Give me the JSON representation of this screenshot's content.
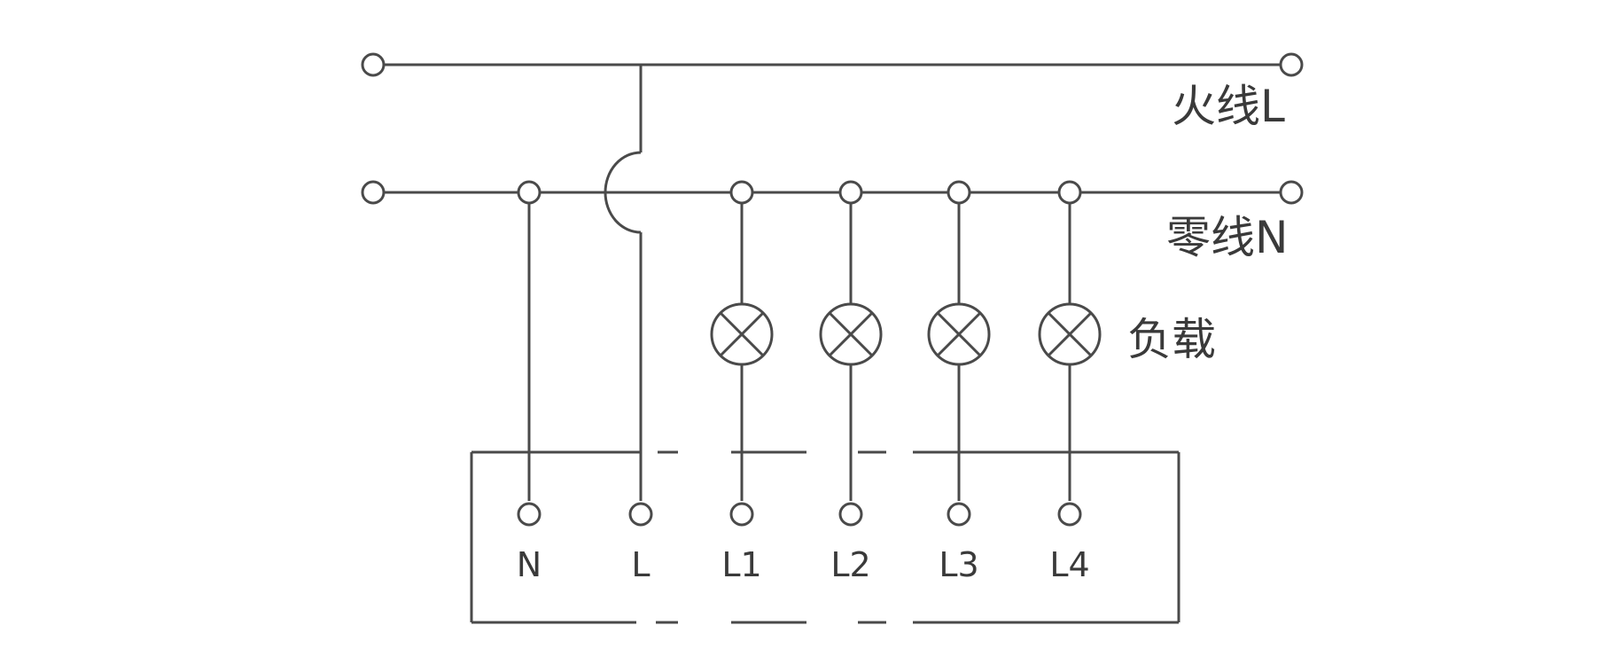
{
  "lines": {
    "live_label": "火线L",
    "neutral_label": "零线N"
  },
  "load_label": "负载",
  "module": {
    "terminals": [
      {
        "id": "n",
        "label": "N"
      },
      {
        "id": "l",
        "label": "L"
      },
      {
        "id": "l1",
        "label": "L1"
      },
      {
        "id": "l2",
        "label": "L2"
      },
      {
        "id": "l3",
        "label": "L3"
      },
      {
        "id": "l4",
        "label": "L4"
      }
    ]
  },
  "colors": {
    "stroke": "#4a4a4a",
    "text": "#3a3a3a",
    "background": "#ffffff"
  }
}
